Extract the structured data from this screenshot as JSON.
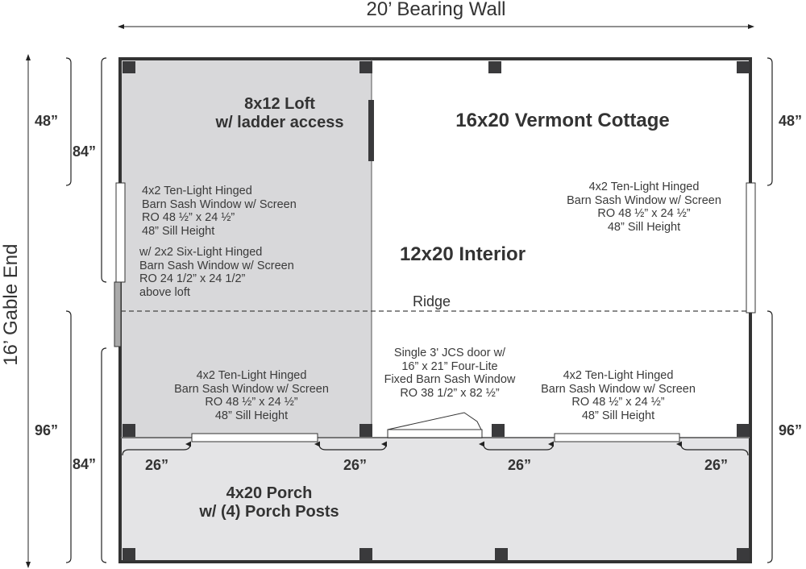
{
  "title": "16x20 Vermont Cottage",
  "dimensions": {
    "top": "20’ Bearing Wall",
    "left": "16’ Gable End",
    "left_upper_48": "48”",
    "left_upper_84": "84”",
    "left_lower_96": "96”",
    "left_lower_84": "84”",
    "right_upper_48": "48”",
    "right_lower_96": "96”",
    "porch_gap_1": "26”",
    "porch_gap_2": "26”",
    "porch_gap_3": "26”",
    "porch_gap_4": "26”"
  },
  "rooms": {
    "loft_line1": "8x12 Loft",
    "loft_line2": "w/ ladder access",
    "interior": "12x20 Interior",
    "ridge": "Ridge",
    "porch_line1": "4x20 Porch",
    "porch_line2": "w/ (4) Porch Posts"
  },
  "notes": {
    "left_window": [
      "4x2 Ten-Light Hinged",
      "Barn Sash Window w/ Screen",
      "RO 48 ½”  x 24 ½”",
      "48” Sill Height"
    ],
    "left_upper_window": [
      "w/ 2x2 Six-Light Hinged",
      "Barn Sash Window w/ Screen",
      "RO 24 1/2” x 24 1/2”",
      "above loft"
    ],
    "right_window": [
      "4x2 Ten-Light Hinged",
      "Barn Sash Window w/ Screen",
      "RO 48 ½”  x 24 ½”",
      "48” Sill Height"
    ],
    "front_left_window": [
      "4x2 Ten-Light Hinged",
      "Barn Sash Window w/ Screen",
      "RO 48 ½”  x 24 ½”",
      "48” Sill Height"
    ],
    "door": [
      "Single 3' JCS door w/",
      "16” x 21” Four-Lite",
      "Fixed Barn Sash Window",
      "RO 38 1/2” x 82 ½”"
    ],
    "front_right_window": [
      "4x2 Ten-Light Hinged",
      "Barn Sash Window w/ Screen",
      "RO 48 ½”  x 24 ½”",
      "48” Sill Height"
    ]
  },
  "colors": {
    "wall": "#333333",
    "loft": "#d8d8da",
    "porch": "#e4e4e6",
    "post": "#3a3a3c"
  }
}
